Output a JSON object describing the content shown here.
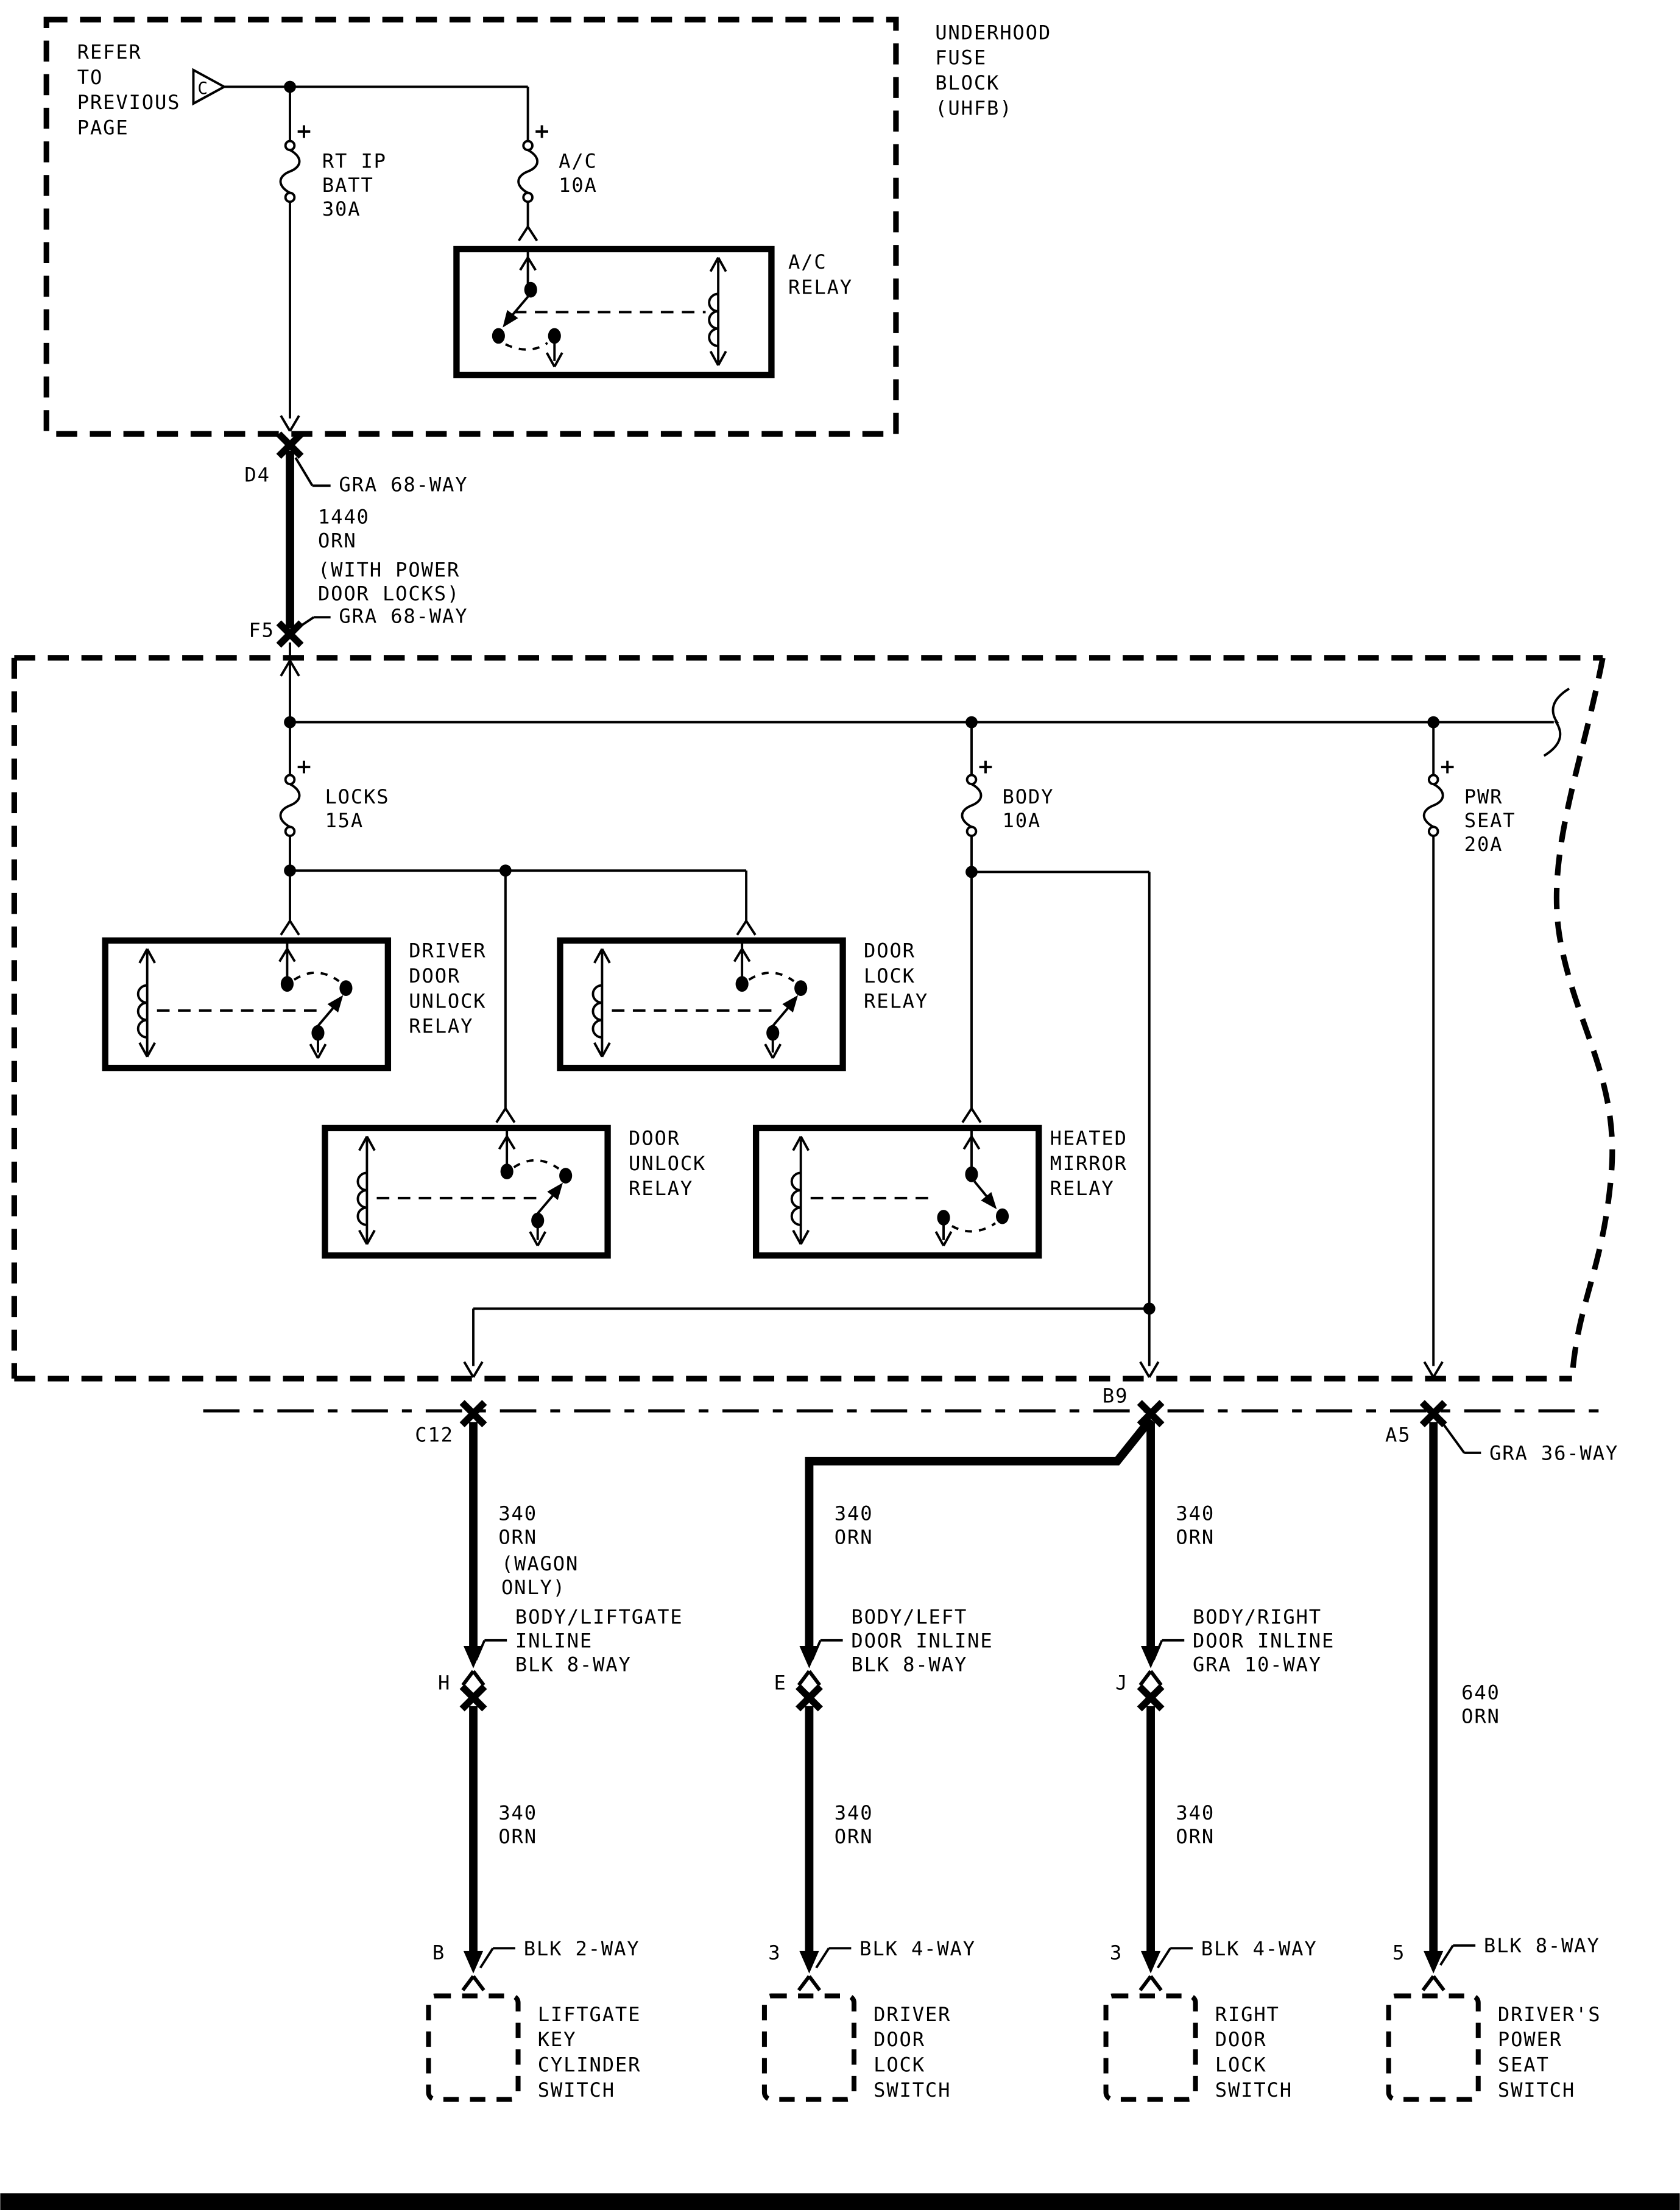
{
  "page": {
    "bg": "#ffffff",
    "line_color": "#000000"
  },
  "underhood_block": {
    "title": [
      "UNDERHOOD",
      "FUSE",
      "BLOCK",
      "(UHFB)"
    ],
    "refer": [
      "REFER",
      "TO",
      "PREVIOUS",
      "PAGE"
    ],
    "page_connector": "C",
    "plus": "+",
    "fuse_rt_ip": [
      "RT IP",
      "BATT",
      "30A"
    ],
    "fuse_ac": [
      "A/C",
      "10A"
    ],
    "relay_ac": [
      "A/C",
      "RELAY"
    ]
  },
  "harness": {
    "d4": "D4",
    "f5": "F5",
    "gra68": "GRA 68-WAY",
    "wire_1440": [
      "1440",
      "ORN"
    ],
    "note": [
      "(WITH POWER",
      "DOOR LOCKS)"
    ]
  },
  "body_block": {
    "fuse_locks": [
      "LOCKS",
      "15A"
    ],
    "fuse_body": [
      "BODY",
      "10A"
    ],
    "fuse_pwr_seat": [
      "PWR",
      "SEAT",
      "20A"
    ],
    "relay_driver_door_unlock": [
      "DRIVER",
      "DOOR",
      "UNLOCK",
      "RELAY"
    ],
    "relay_door_lock": [
      "DOOR",
      "LOCK",
      "RELAY"
    ],
    "relay_door_unlock": [
      "DOOR",
      "UNLOCK",
      "RELAY"
    ],
    "relay_heated_mirror": [
      "HEATED",
      "MIRROR",
      "RELAY"
    ]
  },
  "lower": {
    "c12": "C12",
    "b9": "B9",
    "a5": "A5",
    "gra36": "GRA 36-WAY",
    "wire_340_wagon": [
      "340",
      "ORN",
      "(WAGON",
      "ONLY)"
    ],
    "wire_340": [
      "340",
      "ORN"
    ],
    "wire_640": [
      "640",
      "ORN"
    ],
    "h": {
      "pin": "H",
      "label": [
        "BODY/LIFTGATE",
        "INLINE",
        "BLK 8-WAY"
      ]
    },
    "e": {
      "pin": "E",
      "label": [
        "BODY/LEFT",
        "DOOR INLINE",
        "BLK 8-WAY"
      ]
    },
    "j": {
      "pin": "J",
      "label": [
        "BODY/RIGHT",
        "DOOR INLINE",
        "GRA 10-WAY"
      ]
    },
    "b": {
      "pin": "B",
      "label": "BLK 2-WAY"
    },
    "p3": {
      "pin": "3",
      "label": "BLK 4-WAY"
    },
    "p5": {
      "pin": "5",
      "label": "BLK 8-WAY"
    },
    "sw_liftgate": [
      "LIFTGATE",
      "KEY",
      "CYLINDER",
      "SWITCH"
    ],
    "sw_driver_door": [
      "DRIVER",
      "DOOR",
      "LOCK",
      "SWITCH"
    ],
    "sw_right_door": [
      "RIGHT",
      "DOOR",
      "LOCK",
      "SWITCH"
    ],
    "sw_power_seat": [
      "DRIVER'S",
      "POWER",
      "SEAT",
      "SWITCH"
    ]
  }
}
